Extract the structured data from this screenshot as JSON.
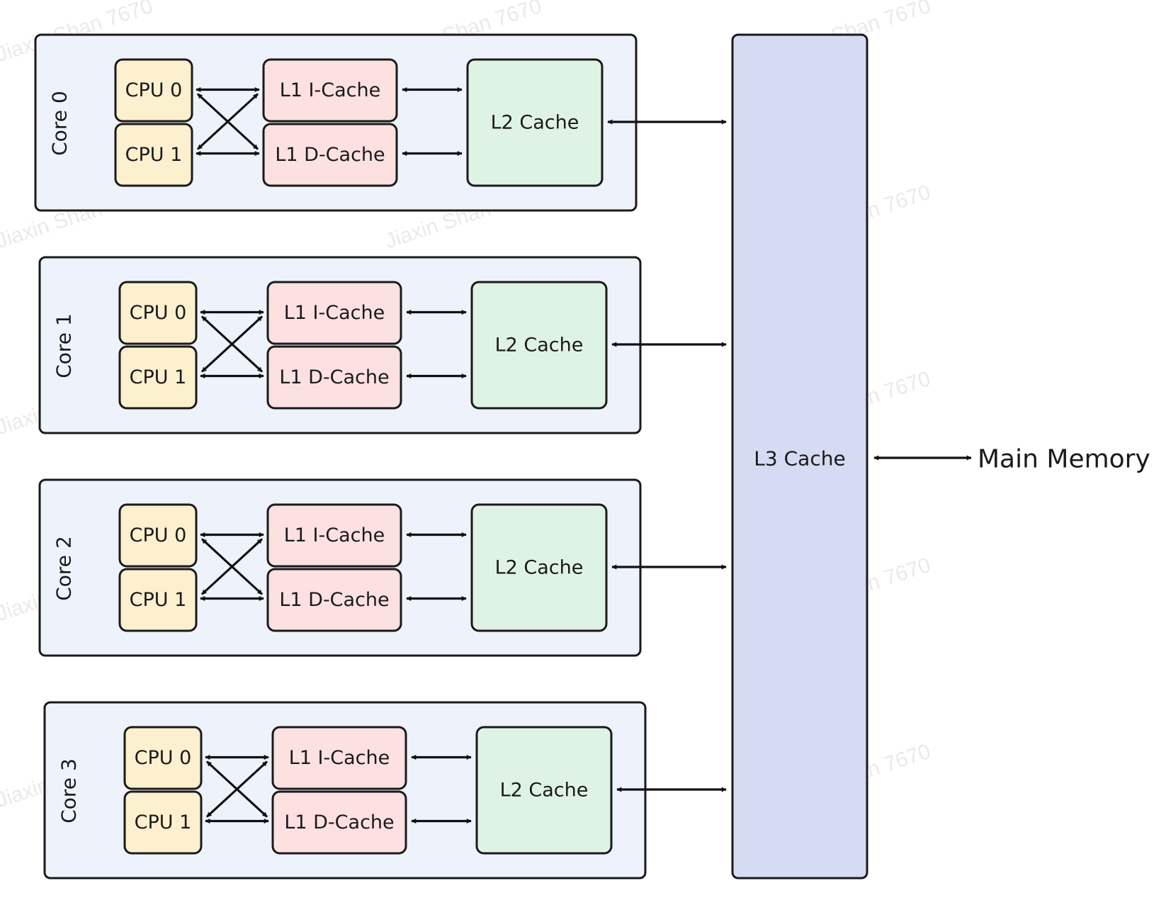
{
  "colors": {
    "core_fill": "#eef2fb",
    "cpu_fill": "#fdf0cf",
    "l1_fill": "#fde1e1",
    "l2_fill": "#dff3e4",
    "l3_fill": "#d6dbf4",
    "stroke": "#1a1a1a"
  },
  "cores": [
    {
      "label": "Core 0",
      "cpus": [
        "CPU 0",
        "CPU 1"
      ],
      "l1_icache": "L1 I-Cache",
      "l1_dcache": "L1 D-Cache",
      "l2": "L2 Cache"
    },
    {
      "label": "Core 1",
      "cpus": [
        "CPU 0",
        "CPU 1"
      ],
      "l1_icache": "L1 I-Cache",
      "l1_dcache": "L1 D-Cache",
      "l2": "L2 Cache"
    },
    {
      "label": "Core 2",
      "cpus": [
        "CPU 0",
        "CPU 1"
      ],
      "l1_icache": "L1 I-Cache",
      "l1_dcache": "L1 D-Cache",
      "l2": "L2 Cache"
    },
    {
      "label": "Core 3",
      "cpus": [
        "CPU 0",
        "CPU 1"
      ],
      "l1_icache": "L1 I-Cache",
      "l1_dcache": "L1 D-Cache",
      "l2": "L2 Cache"
    }
  ],
  "l3": {
    "label": "L3 Cache"
  },
  "main_memory": {
    "label": "Main Memory"
  },
  "watermark": "Jiaxin Shan 7670"
}
